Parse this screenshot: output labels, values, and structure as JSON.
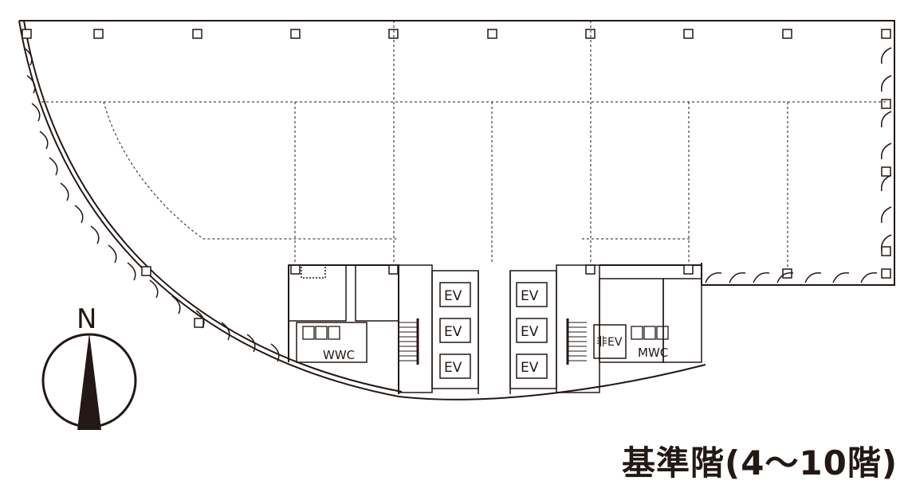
{
  "floor_title": "基準階(4〜10階)",
  "compass": {
    "label": "N",
    "icon": "north-arrow-icon"
  },
  "labels": {
    "ev": "EV",
    "emergency_ev": "非EV",
    "wwc": "WWC",
    "mwc": "MWC"
  },
  "colors": {
    "line": "#231815",
    "background": "#ffffff"
  }
}
